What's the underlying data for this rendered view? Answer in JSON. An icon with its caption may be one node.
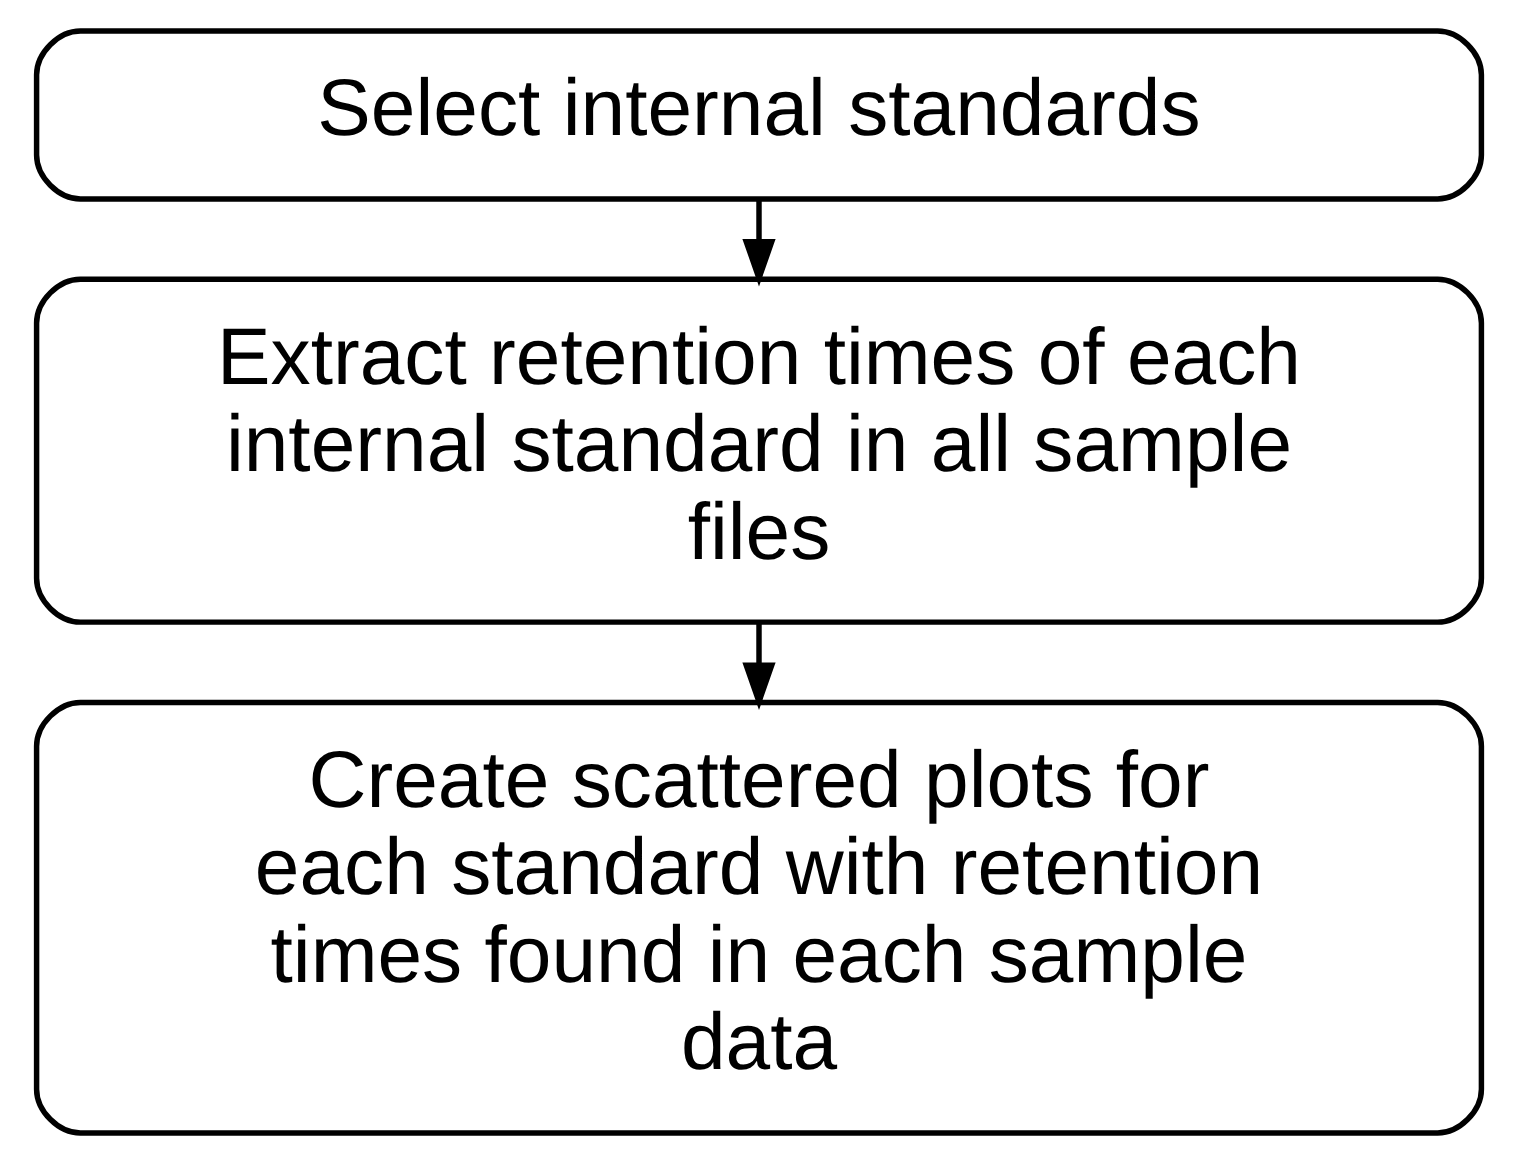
{
  "diagram": {
    "nodes": [
      {
        "text": [
          "Select internal standards"
        ]
      },
      {
        "text": [
          "Extract retention times of each internal standard in all sample files"
        ]
      },
      {
        "text": [
          "Create scattered plots for each standard with retention times found in each sample data"
        ]
      }
    ],
    "edges": [
      {
        "from": 0,
        "to": 1,
        "arrow": "to"
      },
      {
        "from": 1,
        "to": 2,
        "arrow": "to"
      }
    ]
  }
}
